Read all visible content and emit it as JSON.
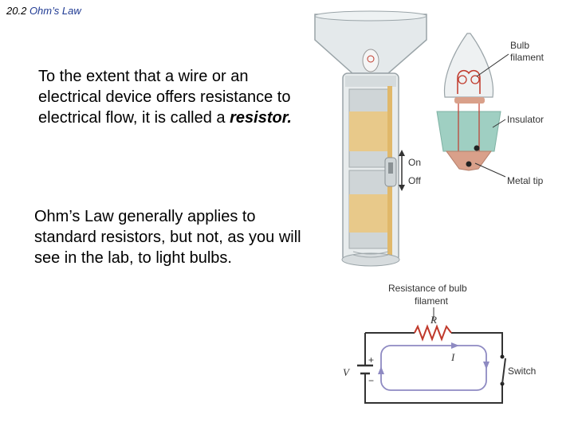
{
  "slide": {
    "section_number": "20.2",
    "section_title": "Ohm’s Law"
  },
  "paragraph1": {
    "text_before": "To the extent that a wire or an electrical device offers resistance to electrical flow, it is called a ",
    "emphasis": "resistor."
  },
  "paragraph2": {
    "text": "Ohm’s Law generally applies to standard resistors, but not, as you will see in the lab, to light bulbs."
  },
  "flashlight": {
    "labels": {
      "bulb_filament_line1": "Bulb",
      "bulb_filament_line2": "filament",
      "insulator": "Insulator",
      "metal_tip": "Metal tip",
      "on": "On",
      "off": "Off"
    }
  },
  "circuit": {
    "labels": {
      "resistance_line1": "Resistance of bulb",
      "resistance_line2": "filament",
      "R": "R",
      "I": "I",
      "V": "V",
      "plus": "+",
      "minus": "−",
      "switch": "Switch"
    }
  },
  "colors": {
    "header_title": "#1f3a93",
    "battery_band": "#e8c98a",
    "glass": "#dde3e6",
    "insulator": "#9fcfc2",
    "metal_tip": "#d9a08a",
    "circuit_wire": "#8e8ac2",
    "resistor": "#c0392b"
  }
}
